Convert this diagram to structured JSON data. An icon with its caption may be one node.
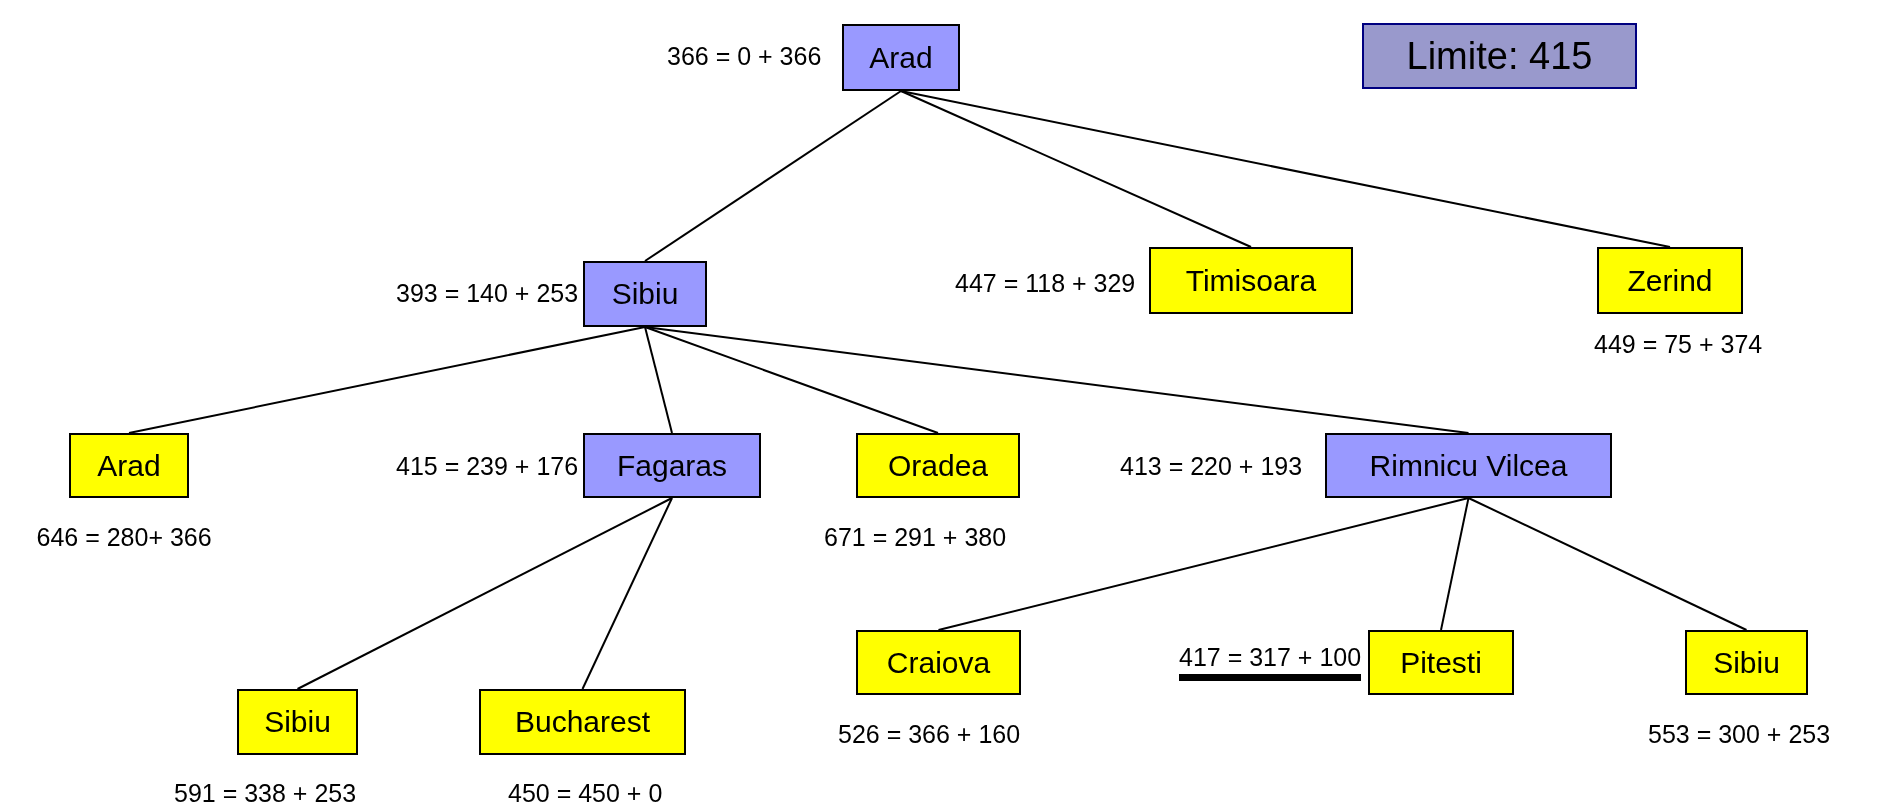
{
  "diagram": {
    "nodes": [
      {
        "text": [
          "Arad"
        ],
        "beside": [
          "366 = 0 + 366"
        ]
      },
      {
        "text": [
          "Limite: 415"
        ]
      },
      {
        "text": [
          "Sibiu"
        ],
        "beside": [
          "393 = 140 + 253"
        ]
      },
      {
        "text": [
          "Timisoara"
        ],
        "beside": [
          "447 = 118 + 329"
        ]
      },
      {
        "text": [
          "Zerind"
        ],
        "beside": [
          "449 = 75 + 374"
        ]
      },
      {
        "text": [
          "Arad"
        ],
        "beside": [
          "646 = 280+ 366"
        ]
      },
      {
        "text": [
          "Fagaras"
        ],
        "beside": [
          "415 = 239 + 176"
        ]
      },
      {
        "text": [
          "Oradea"
        ],
        "beside": [
          "671 = 291 + 380"
        ]
      },
      {
        "text": [
          "Rimnicu Vilcea"
        ],
        "beside": [
          "413 = 220 + 193"
        ]
      },
      {
        "text": [
          "Sibiu"
        ],
        "beside": [
          "591 = 338 + 253"
        ]
      },
      {
        "text": [
          "Bucharest"
        ],
        "beside": [
          "450 = 450 + 0"
        ]
      },
      {
        "text": [
          "Craiova"
        ],
        "beside": [
          "526 = 366 + 160"
        ]
      },
      {
        "text": [
          "Pitesti"
        ],
        "beside": [
          "417 = 317 + 100"
        ]
      },
      {
        "text": [
          "Sibiu"
        ],
        "beside": [
          "553 = 300 + 253"
        ]
      }
    ],
    "edges": [
      {
        "from": 0,
        "to": 2,
        "arrow": "none"
      },
      {
        "from": 0,
        "to": 3,
        "arrow": "none"
      },
      {
        "from": 0,
        "to": 4,
        "arrow": "none"
      },
      {
        "from": 2,
        "to": 5,
        "arrow": "none"
      },
      {
        "from": 2,
        "to": 6,
        "arrow": "none"
      },
      {
        "from": 2,
        "to": 7,
        "arrow": "none"
      },
      {
        "from": 2,
        "to": 8,
        "arrow": "none"
      },
      {
        "from": 6,
        "to": 9,
        "arrow": "none"
      },
      {
        "from": 6,
        "to": 10,
        "arrow": "none"
      },
      {
        "from": 8,
        "to": 11,
        "arrow": "none"
      },
      {
        "from": 8,
        "to": 12,
        "arrow": "none"
      },
      {
        "from": 8,
        "to": 13,
        "arrow": "none"
      }
    ]
  }
}
